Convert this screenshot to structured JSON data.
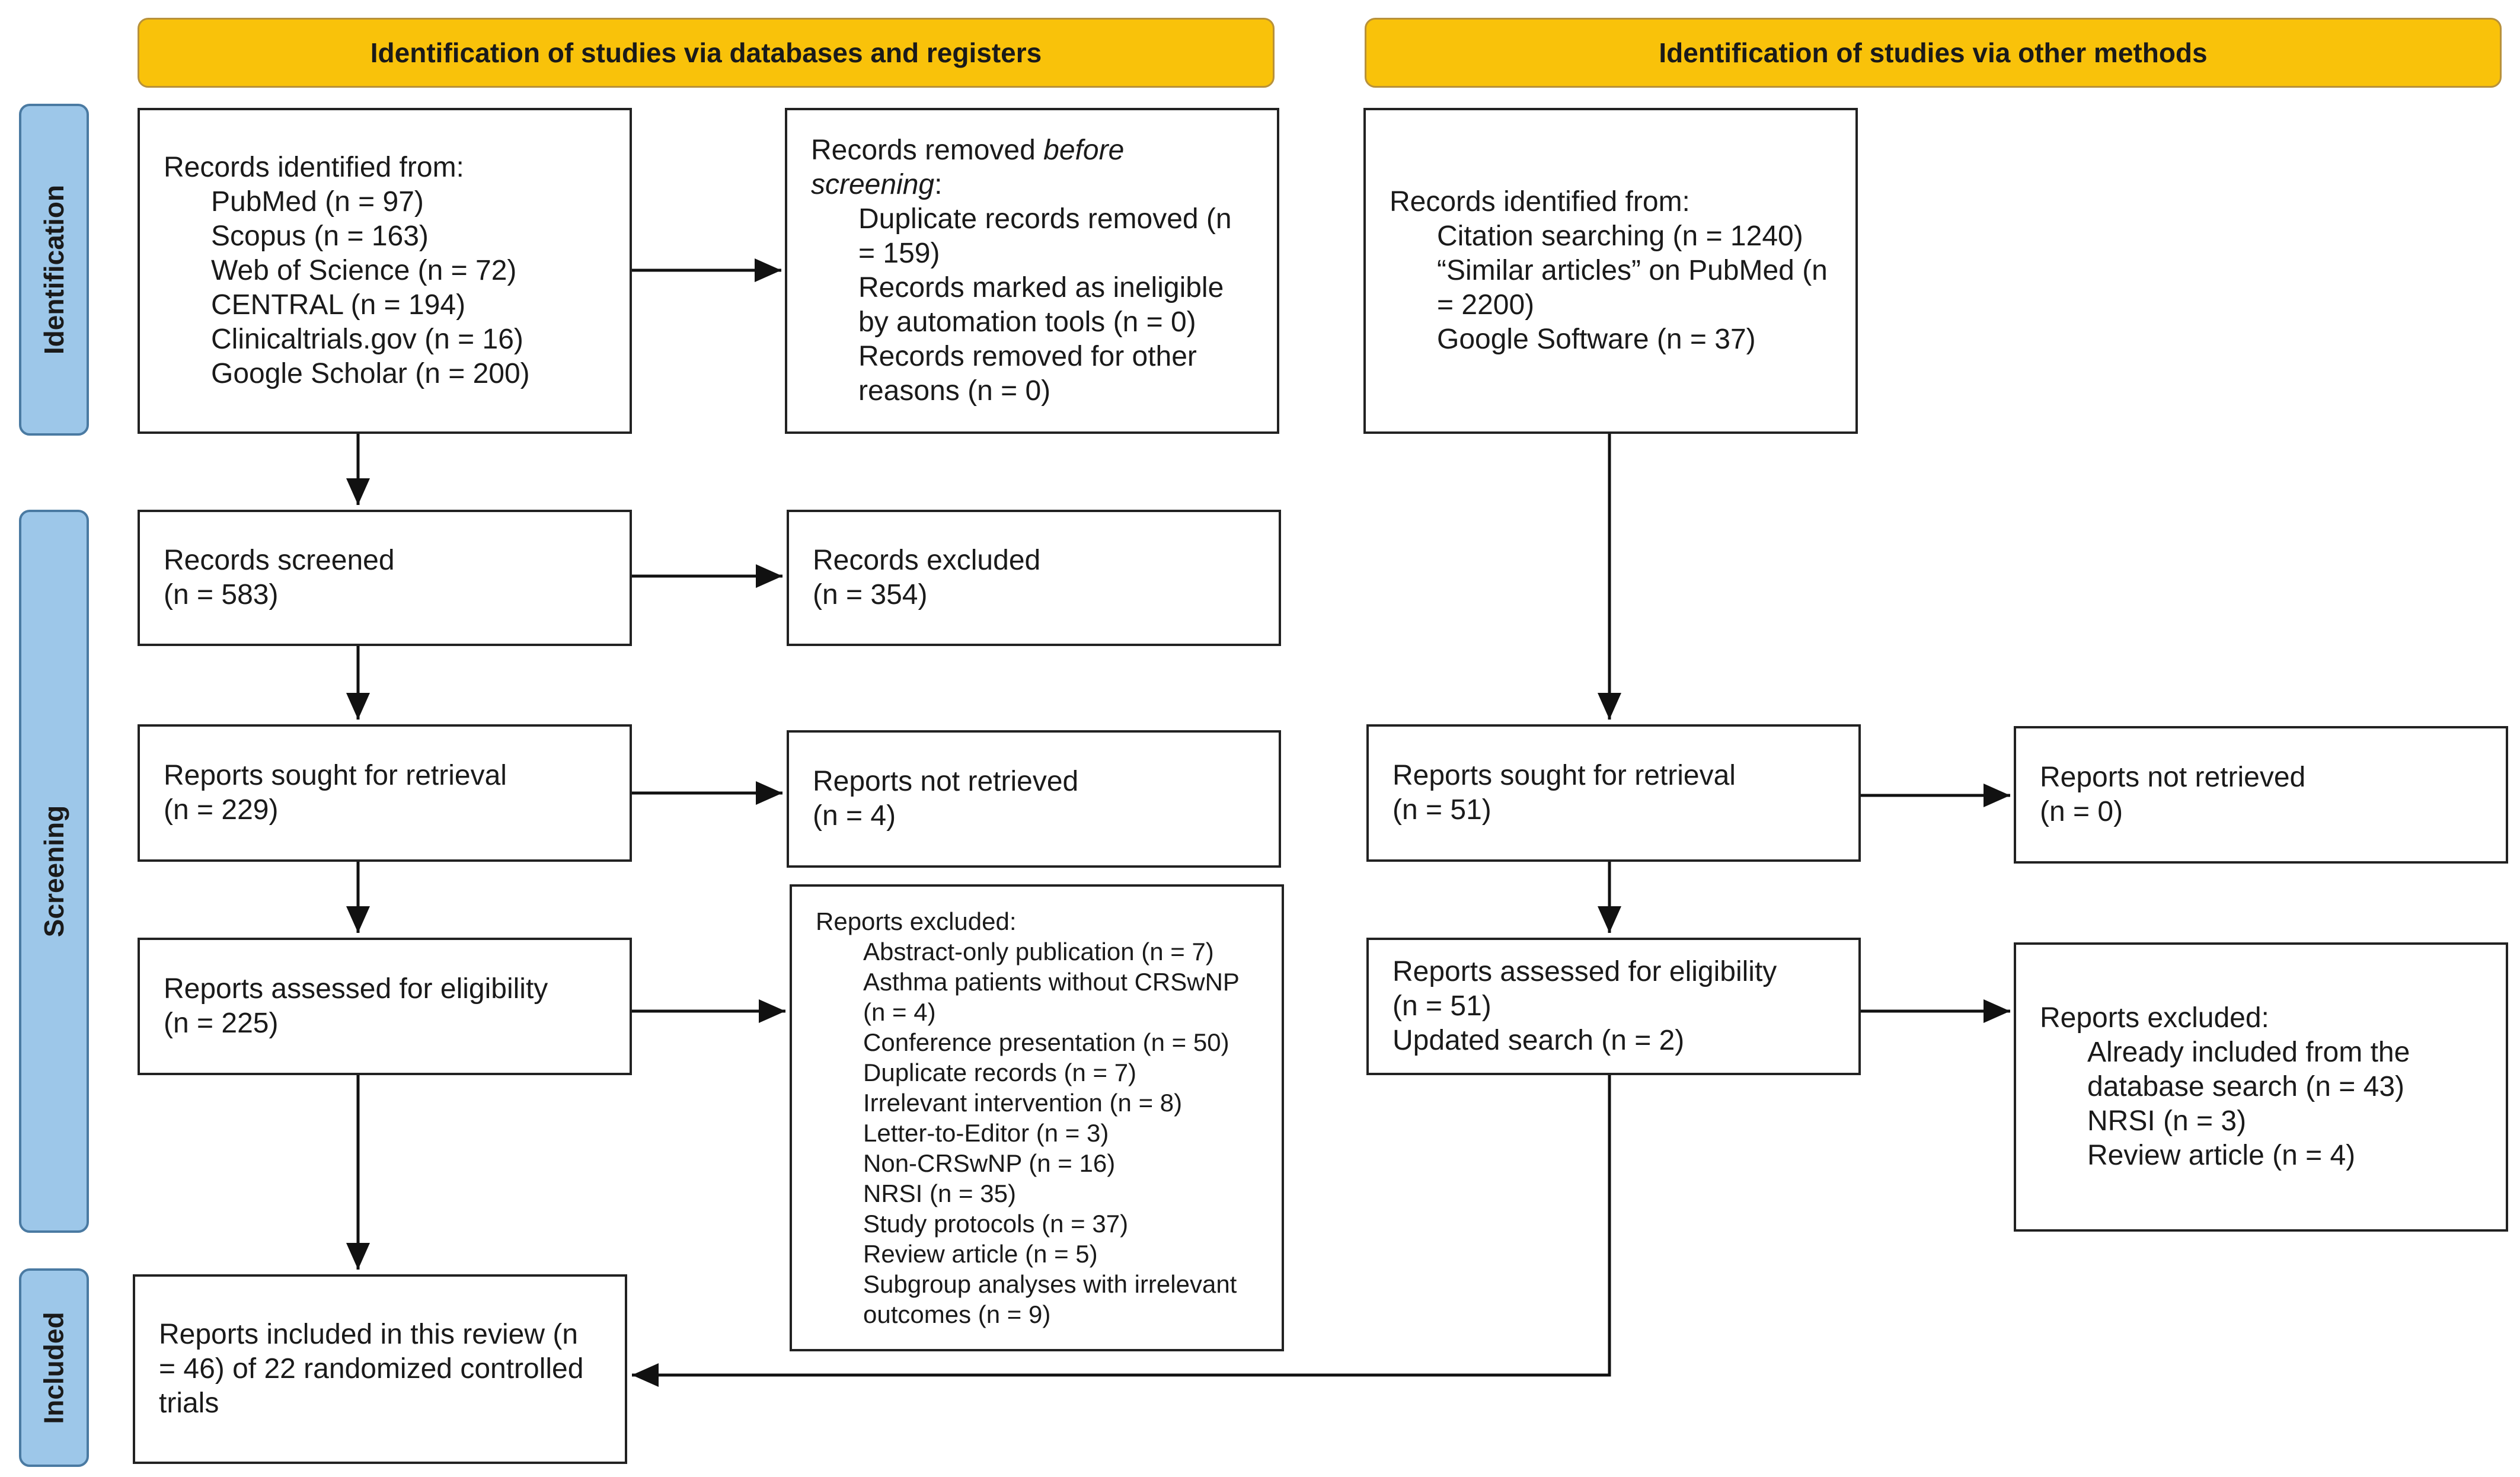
{
  "headers": {
    "databases": "Identification of studies via databases and registers",
    "other": "Identification of studies via other methods"
  },
  "stages": {
    "identification": "Identification",
    "screening": "Screening",
    "included": "Included"
  },
  "db": {
    "identified": {
      "title": "Records identified from:",
      "items": [
        "PubMed (n = 97)",
        "Scopus (n = 163)",
        "Web of Science (n = 72)",
        "CENTRAL (n = 194)",
        "Clinicaltrials.gov (n = 16)",
        "Google Scholar (n = 200)"
      ]
    },
    "removed": {
      "title_a": "Records removed ",
      "title_b": "before screening",
      "title_c": ":",
      "items": [
        "Duplicate records removed (n = 159)",
        "Records marked as ineligible by automation tools (n = 0)",
        "Records removed for other reasons (n = 0)"
      ]
    },
    "screened": {
      "title": "Records screened",
      "n": "(n = 583)"
    },
    "excluded": {
      "title": "Records excluded",
      "n": "(n = 354)"
    },
    "sought": {
      "title": "Reports sought for retrieval",
      "n": "(n = 229)"
    },
    "not_retrieved": {
      "title": "Reports not retrieved",
      "n": "(n = 4)"
    },
    "assessed": {
      "title": "Reports assessed for eligibility",
      "n": "(n = 225)"
    },
    "reports_excluded": {
      "title": "Reports excluded:",
      "items": [
        "Abstract-only publication (n = 7)",
        "Asthma patients without CRSwNP (n = 4)",
        "Conference presentation (n = 50)",
        "Duplicate records (n = 7)",
        "Irrelevant intervention (n = 8)",
        "Letter-to-Editor (n = 3)",
        "Non-CRSwNP (n = 16)",
        "NRSI (n = 35)",
        "Study protocols (n = 37)",
        "Review article (n = 5)",
        "Subgroup analyses with irrelevant outcomes (n = 9)"
      ]
    },
    "included": "Reports included in this review (n = 46) of 22 randomized controlled trials"
  },
  "other": {
    "identified": {
      "title": "Records identified from:",
      "items": [
        "Citation searching (n = 1240)",
        "“Similar articles” on PubMed (n = 2200)",
        "Google Software (n = 37)"
      ]
    },
    "sought": {
      "title": "Reports sought for retrieval",
      "n": "(n = 51)"
    },
    "not_retrieved": {
      "title": "Reports not retrieved",
      "n": "(n = 0)"
    },
    "assessed": {
      "title": "Reports assessed for eligibility",
      "n": "(n = 51)",
      "updated": "Updated search (n = 2)"
    },
    "reports_excluded": {
      "title": "Reports excluded:",
      "items": [
        "Already included from the database search (n = 43)",
        "NRSI (n = 3)",
        "Review article (n = 4)"
      ]
    }
  }
}
